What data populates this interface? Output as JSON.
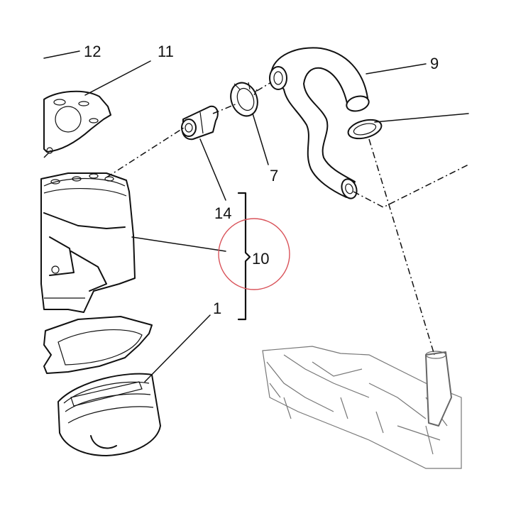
{
  "callouts": {
    "c12": "12",
    "c11": "11",
    "c9": "9",
    "c7": "7",
    "c14": "14",
    "c10": "10",
    "c1": "1"
  },
  "highlight_color": "#d9535a"
}
